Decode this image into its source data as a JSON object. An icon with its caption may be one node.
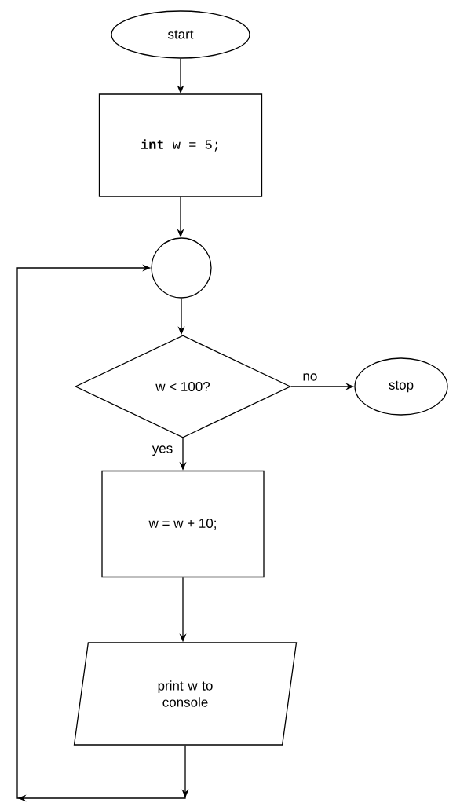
{
  "diagram": {
    "nodes": [
      {
        "text": [
          "start"
        ]
      },
      {
        "text": [
          "**int** w = 5;"
        ]
      },
      {
        "text": [],
        "shape": "circle"
      },
      {
        "text": [
          "w < 100?"
        ]
      },
      {
        "text": [
          "stop"
        ]
      },
      {
        "text": [
          "w = w + 10;"
        ]
      },
      {
        "text": [
          "print w to console"
        ]
      }
    ],
    "edges": [
      {
        "from": 0,
        "to": 1,
        "arrow": "to"
      },
      {
        "from": 1,
        "to": 2,
        "arrow": "to"
      },
      {
        "from": 2,
        "to": 3,
        "arrow": "to"
      },
      {
        "from": 3,
        "to": 4,
        "arrow": "to",
        "label": "no"
      },
      {
        "from": 3,
        "to": 5,
        "arrow": "to",
        "label": "yes"
      },
      {
        "from": 5,
        "to": 6,
        "arrow": "to"
      },
      {
        "from": 6,
        "to": 2,
        "arrow": "to"
      }
    ]
  }
}
